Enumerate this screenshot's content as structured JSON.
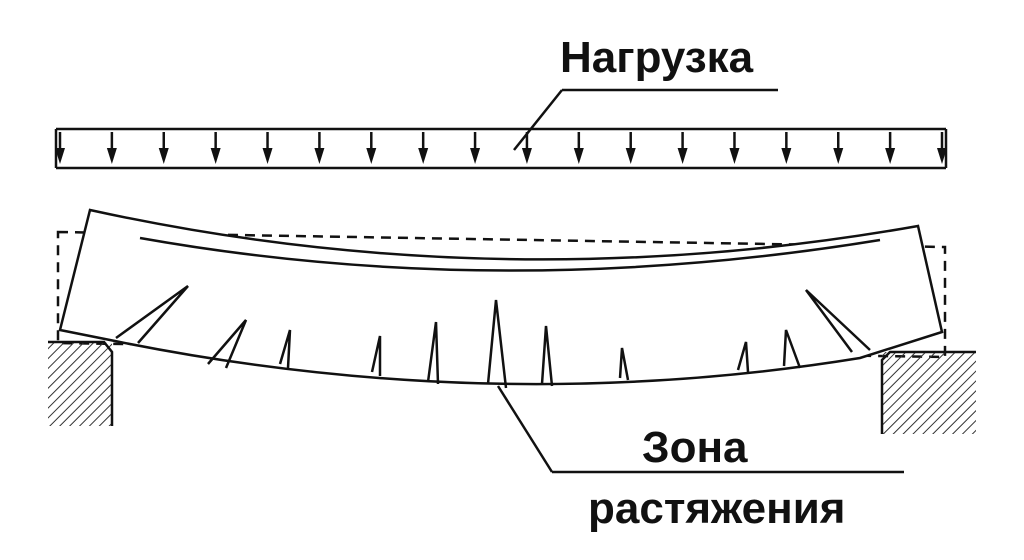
{
  "labels": {
    "load": "Нагрузка",
    "tension_zone_line1": "Зона",
    "tension_zone_line2": "растяжения"
  },
  "colors": {
    "ink": "#111111",
    "hatch": "#333333",
    "background": "#ffffff"
  },
  "icons": [
    "load-arrow-icon"
  ]
}
